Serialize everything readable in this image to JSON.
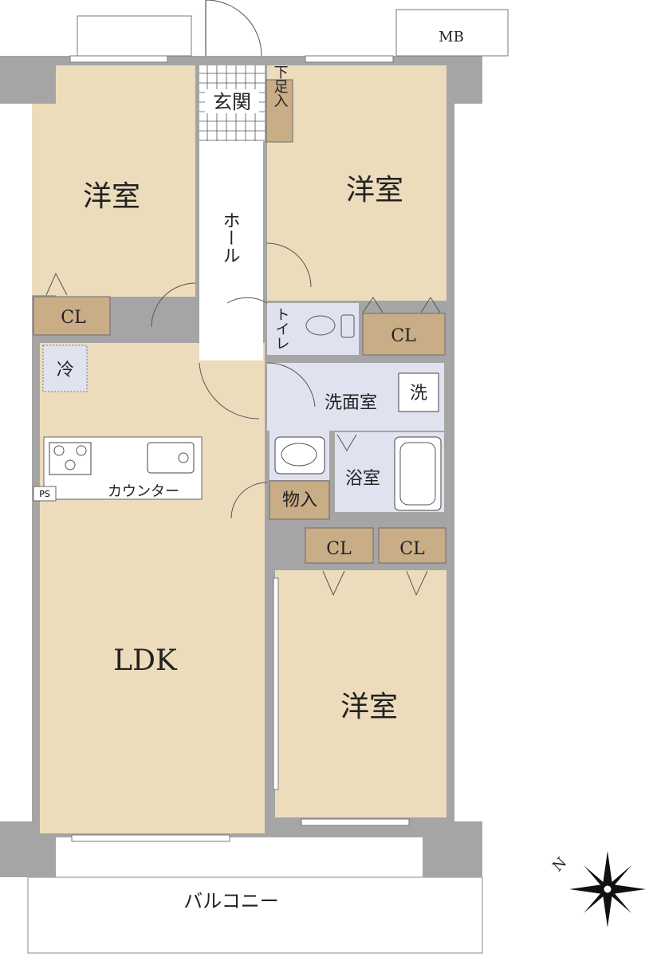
{
  "colors": {
    "room": "#ecdcbc",
    "wall": "#a5a5a5",
    "wet_area": "#e0e3ef",
    "closet": "#c9ad87"
  },
  "rooms": {
    "bedroom_nw": "洋室",
    "bedroom_ne": "洋室",
    "bedroom_se": "洋室",
    "ldk": "LDK",
    "entrance": "玄関",
    "shoe_storage": "下足入",
    "hall": "ホール",
    "toilet": "トイレ",
    "washroom": "洗面室",
    "washer": "洗",
    "bath": "浴室",
    "storage": "物入",
    "fridge": "冷",
    "counter": "カウンター",
    "pipe_space": "PS",
    "meter_box": "MB",
    "balcony": "バルコニー"
  },
  "closets": {
    "nw": "CL",
    "ne": "CL",
    "se_left": "CL",
    "se_right": "CL"
  },
  "compass": {
    "north_label": "N",
    "icon": "compass-rose-icon"
  }
}
